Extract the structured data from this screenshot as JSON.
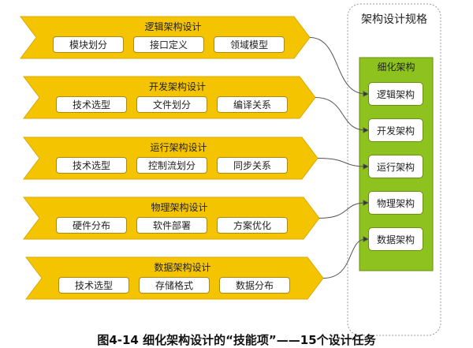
{
  "rows": [
    {
      "title": "逻辑架构设计",
      "items": [
        "模块划分",
        "接口定义",
        "领域模型"
      ]
    },
    {
      "title": "开发架构设计",
      "items": [
        "技术选型",
        "文件划分",
        "编译关系"
      ]
    },
    {
      "title": "运行架构设计",
      "items": [
        "技术选型",
        "控制流划分",
        "同步关系"
      ]
    },
    {
      "title": "物理架构设计",
      "items": [
        "硬件分布",
        "软件部署",
        "方案优化"
      ]
    },
    {
      "title": "数据架构设计",
      "items": [
        "技术选型",
        "存储格式",
        "数据分布"
      ]
    }
  ],
  "spec": {
    "title": "架构设计规格",
    "group_title": "细化架构",
    "items": [
      "逻辑架构",
      "开发架构",
      "运行架构",
      "物理架构",
      "数据架构"
    ]
  },
  "caption": "图4-14 细化架构设计的“技能项”——15个设计任务",
  "colors": {
    "chevron": "#f5c400",
    "green": "#8dc21f"
  }
}
